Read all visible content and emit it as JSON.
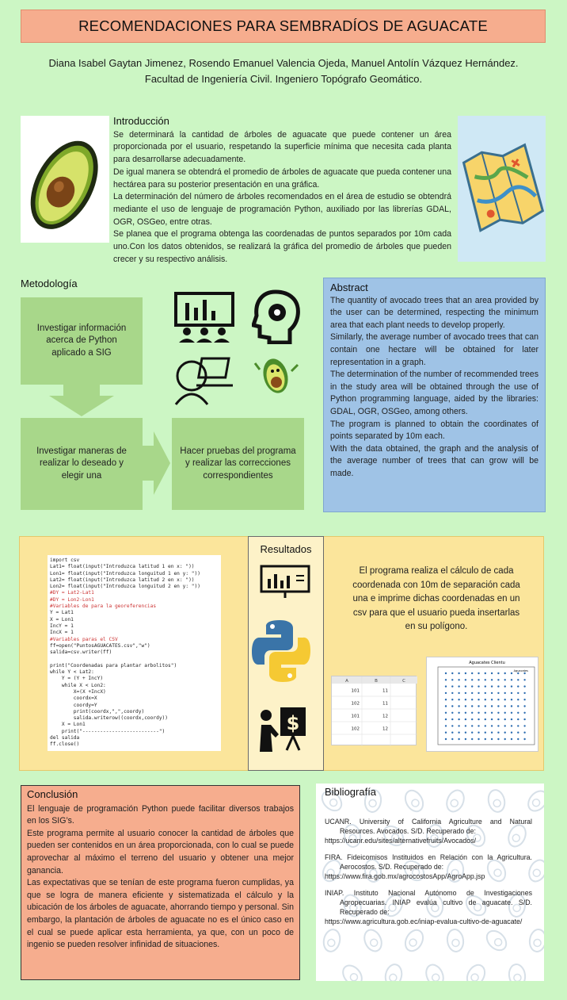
{
  "title": "RECOMENDACIONES PARA SEMBRADÍOS DE AGUACATE",
  "authors": {
    "line1": "Diana Isabel Gaytan Jimenez,  Rosendo Emanuel Valencia Ojeda, Manuel Antolín Vázquez Hernández.",
    "line2": "Facultad de Ingeniería Civil. Ingeniero Topógrafo Geomático."
  },
  "intro": {
    "heading": "Introducción",
    "p1": "Se determinará la cantidad de árboles de aguacate que puede contener un área proporcionada por el usuario, respetando la superficie mínima que necesita cada planta para desarrollarse adecuadamente.",
    "p2": "De igual manera se obtendrá el promedio de árboles de aguacate que pueda contener una hectárea para su posterior presentación en una gráfica.",
    "p3": "La determinación del número de árboles recomendados en el área de estudio se obtendrá mediante el uso de lenguaje de programación Python, auxiliado por las librerías GDAL, OGR, OSGeo, entre otras.",
    "p4": "Se planea que el programa obtenga las coordenadas de puntos separados por 10m cada uno.Con los datos obtenidos, se realizará la gráfica del promedio de árboles que pueden  crecer y su respectivo análisis."
  },
  "methodology": {
    "heading": "Metodología",
    "step1": "Investigar información acerca de Python aplicado a SIG",
    "step2": "Investigar maneras de realizar lo deseado y elegir una",
    "step3": "Hacer pruebas del programa y realizar las correcciones correspondientes",
    "icons": [
      "presentation-icon",
      "head-gear-icon",
      "computer-user-icon",
      "avocado-mascot-icon"
    ],
    "arrow_color": "#a8d78a"
  },
  "abstract": {
    "heading": "Abstract",
    "p1": "The quantity of avocado trees that an area provided by the user can be determined, respecting the minimum area that each plant needs to develop properly.",
    "p2": "Similarly, the average number of avocado trees that can contain one hectare will be obtained for later representation in a graph.",
    "p3": "The determination of the number of recommended trees in the study area will be obtained through the use of Python programming language, aided by the libraries: GDAL, OGR, OSGeo, among others.",
    "p4": "The program is planned to obtain the coordinates of points separated by 10m each.",
    "p5": "With the data obtained, the graph and the analysis of the average number of trees that can grow will be made."
  },
  "results": {
    "heading": "Resultados",
    "text": "El programa realiza el cálculo de cada coordenada con 10m de separación cada una  e imprime dichas coordenadas en un csv para que el usuario pueda insertarlas en su polígono.",
    "code": [
      "import csv",
      "Lat1= float(input(\"Introduzca latitud 1 en x: \"))",
      "Lon1= float(input(\"Introduzca longuitud 1 en y: \"))",
      "Lat2= float(input(\"Introduzca latitud 2 en x: \"))",
      "Lon2= float(input(\"Introduzca longuitud 2 en y: \"))",
      "#DY = Lat2-Lat1",
      "#DY = Lon2-Lon1",
      "#Variables de para la georeferencias",
      "Y = Lat1",
      "X = Lon1",
      "IncY = 1",
      "IncX = 1",
      "#Variables paras el CSV",
      "ff=open(\"PuntosAGUACATES.csv\",\"w\")",
      "salida=csv.writer(ff)",
      "",
      "print(\"Coordenadas para plantar arbolitos\")",
      "while Y < Lat2:",
      "    Y = (Y + IncY)",
      "    while X < Lon2:",
      "        X=(X +IncX)",
      "        coordx=X",
      "        coordy=Y",
      "        print(coordx,\",\",coordy)",
      "        salida.writerow((coordx,coordy))",
      "    X = Lon1",
      "    print(\"--------------------------\")",
      "del salida",
      "ff.close()"
    ],
    "table": {
      "headers": [
        "A",
        "B",
        "C"
      ],
      "rows": [
        [
          "101",
          "11"
        ],
        [
          "102",
          "11"
        ],
        [
          "101",
          "12"
        ],
        [
          "102",
          "12"
        ]
      ]
    },
    "plot": {
      "title": "Aguacates Clientu",
      "legend": "Aguacates"
    },
    "icons": [
      "chart-board-icon",
      "python-logo-icon",
      "money-presentation-icon"
    ]
  },
  "conclusion": {
    "heading": "Conclusión",
    "p1": "El lenguaje de programación Python puede facilitar diversos trabajos en los SIG’s.",
    "p2": "Este programa permite al usuario conocer la cantidad de árboles que pueden ser contenidos en un área proporcionada, con lo cual se puede aprovechar al máximo el terreno del usuario y obtener una mejor ganancia.",
    "p3": "Las expectativas que se tenían de este programa fueron cumplidas, ya que se logra de manera eficiente y sistematizada el cálculo y la ubicación de los árboles de aguacate, ahorrando tiempo y personal. Sin embargo, la plantación de árboles de aguacate no es el único caso en el cual se puede aplicar esta herramienta, ya que, con un poco de ingenio se pueden  resolver infinidad de situaciones."
  },
  "bibliography": {
    "heading": "Bibliografía",
    "e1": "UCANR. University of California Agriculture and Natural Resources. Avocados. S/D. Recuperado de:",
    "u1": "https://ucanr.edu/sites/alternativefruits/Avocados/",
    "e2": "FIRA. Fideicomisos Instituidos en Relación con la Agricultura. Aerocostos. S/D. Recuperado de:",
    "u2": "https://www.fira.gob.mx/agrocostosApp/AgroApp.jsp",
    "e3": "INIAP. Instituto Nacional Autónomo de Investigaciones Agropecuarias. INIAP evalúa cultivo de aguacate. S/D. Recuperado de:",
    "u3": "https://www.agricultura.gob.ec/iniap-evalua-cultivo-de-aguacate/"
  }
}
